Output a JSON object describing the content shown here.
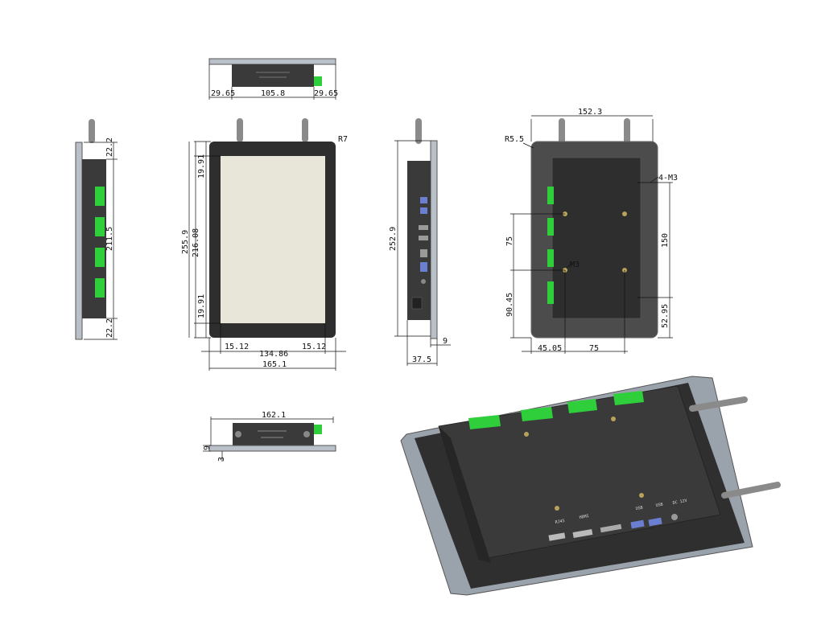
{
  "drawing": {
    "top_view": {
      "dims": [
        "29.65",
        "105.8",
        "29.65"
      ]
    },
    "front_view": {
      "dims": [
        "R7",
        "19.91",
        "255.9",
        "216.08",
        "19.91",
        "15.12",
        "134.86",
        "15.12",
        "165.1"
      ]
    },
    "left_view": {
      "dims": [
        "22.2",
        "211.5",
        "22.2"
      ]
    },
    "right_view": {
      "dims": [
        "252.9",
        "9",
        "37.5"
      ]
    },
    "back_view": {
      "dims": [
        "152.3",
        "R5.5",
        "4-M3",
        "M3",
        "75",
        "150",
        "90.45",
        "52.95",
        "45.05",
        "75"
      ]
    },
    "bottom_view": {
      "dims": [
        "162.1",
        "9",
        "3"
      ]
    },
    "iso_view": {
      "port_labels": [
        "HDMI",
        "RJ45",
        "USB",
        "USB",
        "DC 12V"
      ]
    },
    "colors": {
      "frame": "#b9c0c8",
      "body": "#3a3a3a",
      "screen": "#e8e6d8",
      "terminal": "#2fcf3b",
      "usb": "#6b7fd0"
    }
  }
}
